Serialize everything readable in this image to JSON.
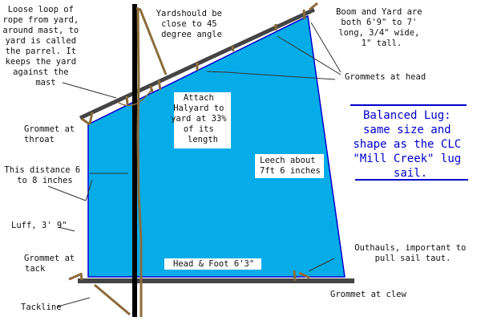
{
  "colors": {
    "sail": "#06ace8",
    "sail_edge": "#0000cc",
    "spar": "#444444",
    "mast": "#000000",
    "rope": "#8b6b3a",
    "callout": "#0000cc"
  },
  "labels": {
    "parrel": [
      "Loose loop of",
      "rope from yard,",
      "around mast, to",
      "yard is called",
      "the parrel. It",
      "keeps the yard",
      "against the",
      "mast"
    ],
    "yard_angle": [
      "Yardshould be",
      "close to 45",
      "degree angle"
    ],
    "spars": [
      "Boom and Yard are",
      "both 6'9\" to 7'",
      "long, 3/4\" wide,",
      "1\" tall."
    ],
    "grommets_head": "Grommets at head",
    "halyard": [
      "Attach",
      "Halyard to",
      "yard at 33%",
      "of its",
      "length"
    ],
    "grommet_throat": [
      "Grommet at",
      "throat"
    ],
    "distance": [
      "This distance 6",
      "to 8 inches"
    ],
    "leech": [
      "Leech about",
      "7ft 6 inches"
    ],
    "luff": "Luff, 3' 9\"",
    "grommet_tack": [
      "Grommet at",
      "tack"
    ],
    "head_foot": "Head &  Foot 6'3\"",
    "outhauls": [
      "Outhauls, important to",
      "pull sail taut."
    ],
    "grommet_clew": "Grommet at clew",
    "tackline": "Tackline",
    "callout": [
      "Balanced Lug:",
      "same size and",
      "shape as the CLC",
      "\"Mill Creek\" lug",
      "sail."
    ]
  }
}
